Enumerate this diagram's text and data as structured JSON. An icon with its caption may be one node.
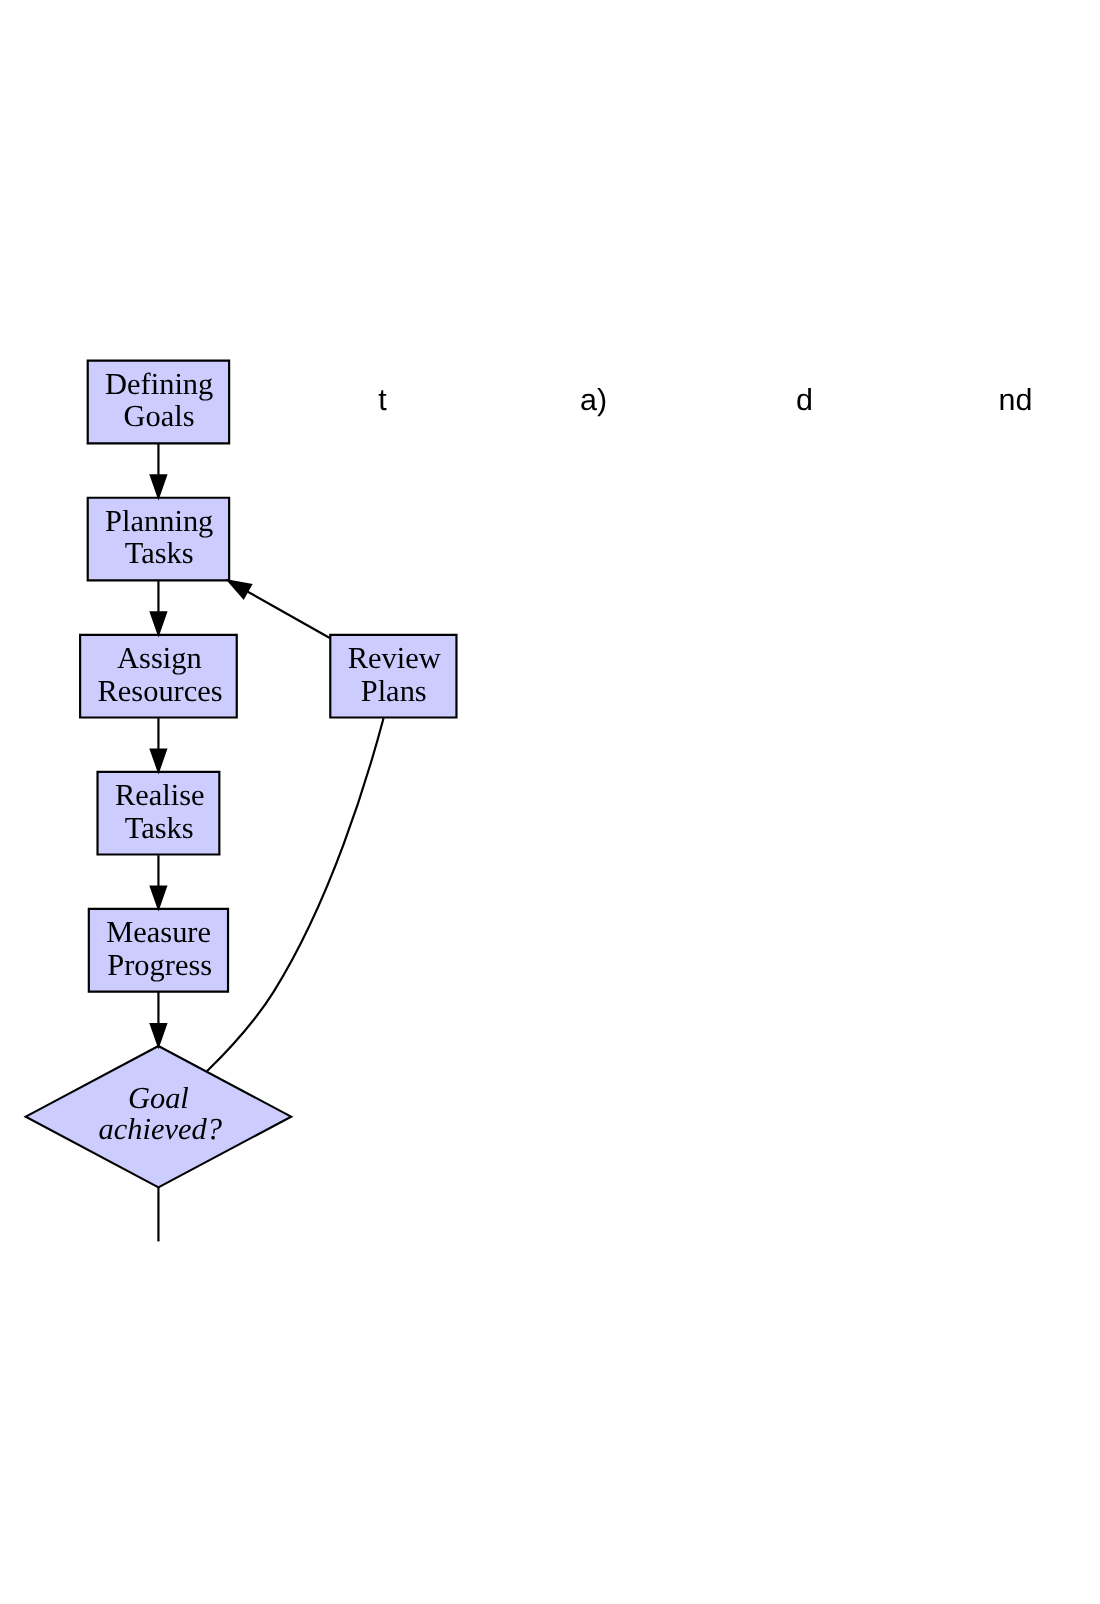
{
  "diagram": {
    "nodes": [
      {
        "text": [
          "Defining Goals"
        ]
      },
      {
        "text": [
          "Planning Tasks"
        ]
      },
      {
        "text": [
          "Assign Resources"
        ]
      },
      {
        "text": [
          "Realise Tasks"
        ]
      },
      {
        "text": [
          "Measure Progress"
        ]
      },
      {
        "text": [
          "Goal achieved?"
        ]
      },
      {
        "text": [
          "Review Plans"
        ]
      }
    ],
    "edges": [
      {
        "from": 0,
        "to": 1,
        "arrow": "to"
      },
      {
        "from": 1,
        "to": 2,
        "arrow": "to"
      },
      {
        "from": 2,
        "to": 3,
        "arrow": "to"
      },
      {
        "from": 3,
        "to": 4,
        "arrow": "to"
      },
      {
        "from": 4,
        "to": 5,
        "arrow": "to"
      },
      {
        "from": 5,
        "to": 6,
        "arrow": "none"
      },
      {
        "from": 6,
        "to": 1,
        "arrow": "to"
      },
      {
        "from": 5,
        "to": null,
        "arrow": "none"
      }
    ],
    "labels": [
      "t",
      "a)",
      "d",
      "nd"
    ]
  }
}
